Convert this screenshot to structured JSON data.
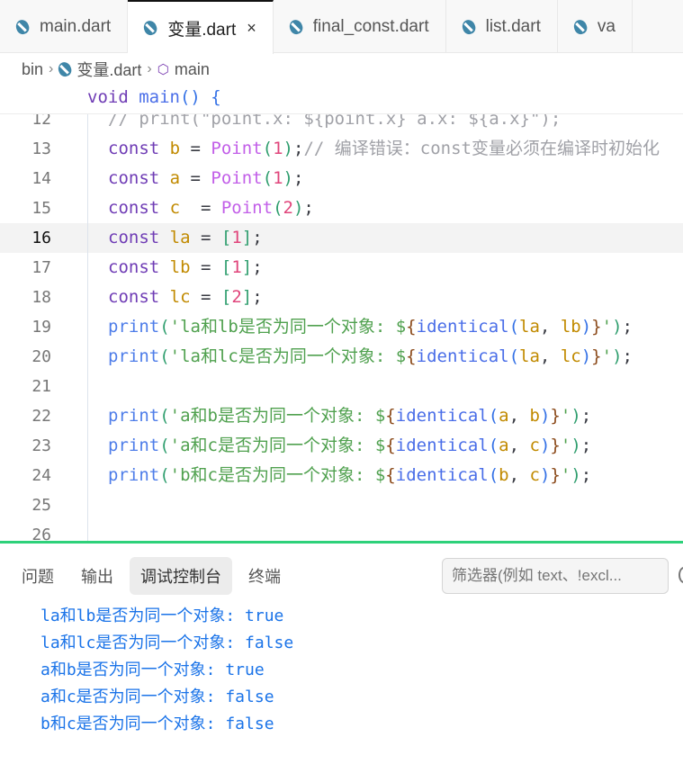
{
  "tabs": [
    {
      "label": "main.dart",
      "active": false
    },
    {
      "label": "变量.dart",
      "active": true
    },
    {
      "label": "final_const.dart",
      "active": false
    },
    {
      "label": "list.dart",
      "active": false
    },
    {
      "label": "va",
      "active": false
    }
  ],
  "breadcrumb": {
    "items": [
      "bin",
      "变量.dart",
      "main"
    ]
  },
  "sticky_scroll": [
    [
      "void ",
      "k"
    ],
    [
      "main",
      "id"
    ],
    [
      "() {",
      "p2"
    ]
  ],
  "editor": {
    "current_line": 16,
    "lines": [
      {
        "no": "12",
        "tokens": [
          [
            "// print(\"point.x: ${point.x} a.x: ${a.x}\");",
            "c"
          ]
        ]
      },
      {
        "no": "13",
        "tokens": [
          [
            "const ",
            "k"
          ],
          [
            "b",
            "v"
          ],
          [
            " = ",
            "d"
          ],
          [
            "Point",
            "f"
          ],
          [
            "(",
            "p1"
          ],
          [
            "1",
            "n"
          ],
          [
            ")",
            "p1"
          ],
          [
            ";",
            "d"
          ],
          [
            "// 编译错误：const变量必须在编译时初始化",
            "c"
          ]
        ]
      },
      {
        "no": "14",
        "tokens": [
          [
            "const ",
            "k"
          ],
          [
            "a",
            "v"
          ],
          [
            " = ",
            "d"
          ],
          [
            "Point",
            "f"
          ],
          [
            "(",
            "p1"
          ],
          [
            "1",
            "n"
          ],
          [
            ")",
            "p1"
          ],
          [
            ";",
            "d"
          ]
        ]
      },
      {
        "no": "15",
        "tokens": [
          [
            "const ",
            "k"
          ],
          [
            "c",
            "v"
          ],
          [
            "  = ",
            "d"
          ],
          [
            "Point",
            "f"
          ],
          [
            "(",
            "p1"
          ],
          [
            "2",
            "n"
          ],
          [
            ")",
            "p1"
          ],
          [
            ";",
            "d"
          ]
        ]
      },
      {
        "no": "16",
        "tokens": [
          [
            "const ",
            "k"
          ],
          [
            "la",
            "v"
          ],
          [
            " = ",
            "d"
          ],
          [
            "[",
            "p1"
          ],
          [
            "1",
            "n"
          ],
          [
            "]",
            "p1"
          ],
          [
            ";",
            "d"
          ]
        ]
      },
      {
        "no": "17",
        "tokens": [
          [
            "const ",
            "k"
          ],
          [
            "lb",
            "v"
          ],
          [
            " = ",
            "d"
          ],
          [
            "[",
            "p1"
          ],
          [
            "1",
            "n"
          ],
          [
            "]",
            "p1"
          ],
          [
            ";",
            "d"
          ]
        ]
      },
      {
        "no": "18",
        "tokens": [
          [
            "const ",
            "k"
          ],
          [
            "lc",
            "v"
          ],
          [
            " = ",
            "d"
          ],
          [
            "[",
            "p1"
          ],
          [
            "2",
            "n"
          ],
          [
            "]",
            "p1"
          ],
          [
            ";",
            "d"
          ]
        ]
      },
      {
        "no": "19",
        "tokens": [
          [
            "print",
            "pr"
          ],
          [
            "(",
            "p1"
          ],
          [
            "'la和lb是否为同一个对象: $",
            "s"
          ],
          [
            "{",
            "br"
          ],
          [
            "identical",
            "id"
          ],
          [
            "(",
            "p2"
          ],
          [
            "la",
            "v"
          ],
          [
            ", ",
            "d"
          ],
          [
            "lb",
            "v"
          ],
          [
            ")",
            "p2"
          ],
          [
            "}",
            "br"
          ],
          [
            "'",
            "s"
          ],
          [
            ")",
            "p1"
          ],
          [
            ";",
            "d"
          ]
        ]
      },
      {
        "no": "20",
        "tokens": [
          [
            "print",
            "pr"
          ],
          [
            "(",
            "p1"
          ],
          [
            "'la和lc是否为同一个对象: $",
            "s"
          ],
          [
            "{",
            "br"
          ],
          [
            "identical",
            "id"
          ],
          [
            "(",
            "p2"
          ],
          [
            "la",
            "v"
          ],
          [
            ", ",
            "d"
          ],
          [
            "lc",
            "v"
          ],
          [
            ")",
            "p2"
          ],
          [
            "}",
            "br"
          ],
          [
            "'",
            "s"
          ],
          [
            ")",
            "p1"
          ],
          [
            ";",
            "d"
          ]
        ]
      },
      {
        "no": "21",
        "tokens": []
      },
      {
        "no": "22",
        "tokens": [
          [
            "print",
            "pr"
          ],
          [
            "(",
            "p1"
          ],
          [
            "'a和b是否为同一个对象: $",
            "s"
          ],
          [
            "{",
            "br"
          ],
          [
            "identical",
            "id"
          ],
          [
            "(",
            "p2"
          ],
          [
            "a",
            "v"
          ],
          [
            ", ",
            "d"
          ],
          [
            "b",
            "v"
          ],
          [
            ")",
            "p2"
          ],
          [
            "}",
            "br"
          ],
          [
            "'",
            "s"
          ],
          [
            ")",
            "p1"
          ],
          [
            ";",
            "d"
          ]
        ]
      },
      {
        "no": "23",
        "tokens": [
          [
            "print",
            "pr"
          ],
          [
            "(",
            "p1"
          ],
          [
            "'a和c是否为同一个对象: $",
            "s"
          ],
          [
            "{",
            "br"
          ],
          [
            "identical",
            "id"
          ],
          [
            "(",
            "p2"
          ],
          [
            "a",
            "v"
          ],
          [
            ", ",
            "d"
          ],
          [
            "c",
            "v"
          ],
          [
            ")",
            "p2"
          ],
          [
            "}",
            "br"
          ],
          [
            "'",
            "s"
          ],
          [
            ")",
            "p1"
          ],
          [
            ";",
            "d"
          ]
        ]
      },
      {
        "no": "24",
        "tokens": [
          [
            "print",
            "pr"
          ],
          [
            "(",
            "p1"
          ],
          [
            "'b和c是否为同一个对象: $",
            "s"
          ],
          [
            "{",
            "br"
          ],
          [
            "identical",
            "id"
          ],
          [
            "(",
            "p2"
          ],
          [
            "b",
            "v"
          ],
          [
            ", ",
            "d"
          ],
          [
            "c",
            "v"
          ],
          [
            ")",
            "p2"
          ],
          [
            "}",
            "br"
          ],
          [
            "'",
            "s"
          ],
          [
            ")",
            "p1"
          ],
          [
            ";",
            "d"
          ]
        ]
      },
      {
        "no": "25",
        "tokens": []
      },
      {
        "no": "26",
        "tokens": []
      }
    ]
  },
  "panel": {
    "tabs": [
      {
        "label": "问题",
        "active": false
      },
      {
        "label": "输出",
        "active": false
      },
      {
        "label": "调试控制台",
        "active": true
      },
      {
        "label": "终端",
        "active": false
      }
    ],
    "filter_placeholder": "筛选器(例如 text、!excl...",
    "output": [
      "la和lb是否为同一个对象: true",
      "la和lc是否为同一个对象: false",
      "a和b是否为同一个对象: true",
      "a和c是否为同一个对象: false",
      "b和c是否为同一个对象: false"
    ]
  },
  "colors": {
    "accent_border": "#2ed17a",
    "console_text": "#1a73e8"
  }
}
